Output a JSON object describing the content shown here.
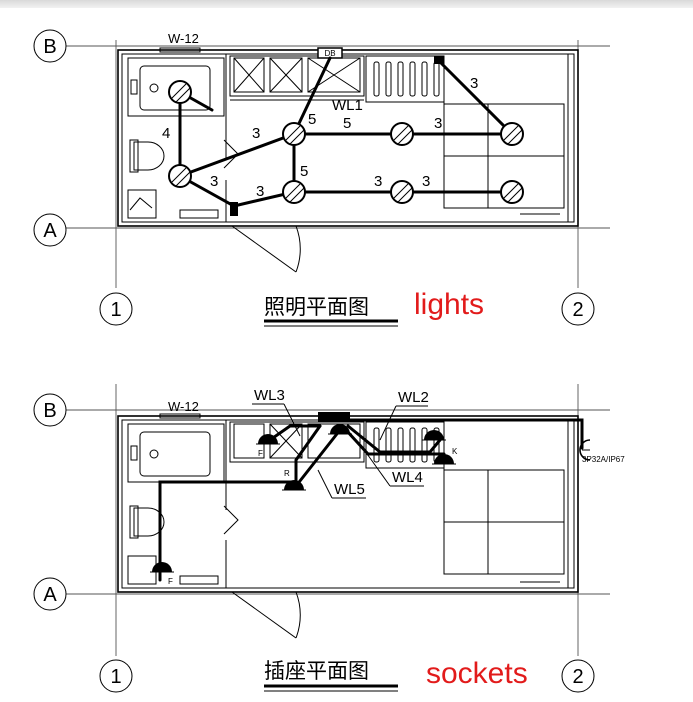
{
  "lights_plan": {
    "axis_b": "B",
    "axis_a": "A",
    "axis_1": "1",
    "axis_2": "2",
    "window_tag": "W-12",
    "panel_tag": "DB",
    "circuit": "WL1",
    "wire_counts": [
      "3",
      "3",
      "5",
      "5",
      "4",
      "3",
      "5",
      "3",
      "3",
      "3",
      "3"
    ],
    "title_cn": "照明平面图",
    "title_en": "lights"
  },
  "sockets_plan": {
    "axis_b": "B",
    "axis_a": "A",
    "axis_1": "1",
    "axis_2": "2",
    "window_tag": "W-12",
    "circuits": [
      "WL3",
      "WL2",
      "WL4",
      "WL5"
    ],
    "socket_tags": [
      "F",
      "K",
      "R",
      "F"
    ],
    "outdoor_socket": "3P32A/IP67",
    "title_cn": "插座平面图",
    "title_en": "sockets"
  }
}
